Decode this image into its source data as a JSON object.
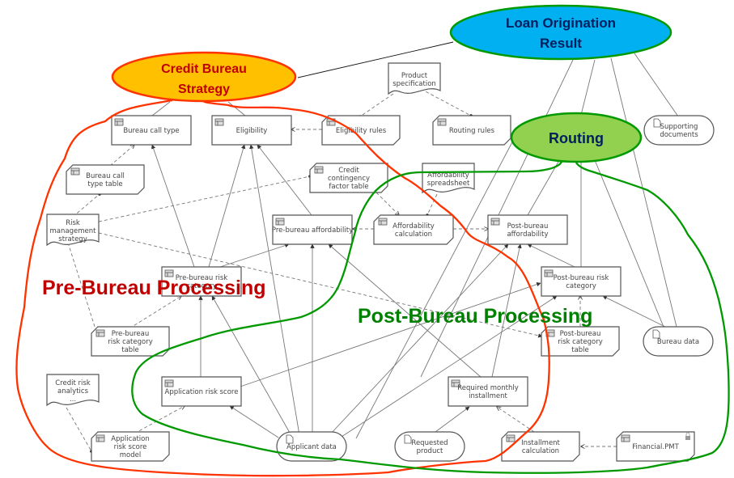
{
  "title": "Loan Origination Decision Model",
  "colors": {
    "credit_bureau_fill": "#ffc000",
    "credit_bureau_stroke": "#ff3300",
    "credit_bureau_text": "#c00000",
    "loan_result_fill": "#00b0f0",
    "loan_result_stroke": "#009900",
    "loan_result_text": "#002060",
    "routing_fill": "#92d050",
    "routing_stroke": "#009900",
    "routing_text": "#002060",
    "pre_bureau_text": "#c00000",
    "post_bureau_text": "#008000",
    "pre_bureau_boundary": "#ff3300",
    "post_bureau_boundary": "#009900",
    "node_stroke": "#555555",
    "link": "#666666"
  },
  "overlays": {
    "loan_origination_result": [
      "Loan Origination",
      "Result"
    ],
    "credit_bureau_strategy": [
      "Credit Bureau",
      "Strategy"
    ],
    "routing": "Routing",
    "pre_bureau_processing": "Pre-Bureau Processing",
    "post_bureau_processing": "Post-Bureau Processing"
  },
  "nodes": {
    "bureau_call_type": {
      "lines": [
        "Bureau call type"
      ],
      "kind": "decision"
    },
    "eligibility": {
      "lines": [
        "Eligibility"
      ],
      "kind": "decision"
    },
    "eligibility_rules": {
      "lines": [
        "Eligibility rules"
      ],
      "kind": "bkm"
    },
    "product_specification": {
      "lines": [
        "Product",
        "specification"
      ],
      "kind": "knowledge-source"
    },
    "routing_rules": {
      "lines": [
        "Routing rules"
      ],
      "kind": "bkm"
    },
    "supporting_documents": {
      "lines": [
        "Supporting",
        "documents"
      ],
      "kind": "input-data"
    },
    "bureau_call_type_table": {
      "lines": [
        "Bureau call",
        "type table"
      ],
      "kind": "bkm"
    },
    "credit_contingency_factor_table": {
      "lines": [
        "Credit",
        "contingency",
        "factor table"
      ],
      "kind": "bkm"
    },
    "affordability_spreadsheet": {
      "lines": [
        "Affordability",
        "spreadsheet"
      ],
      "kind": "knowledge-source"
    },
    "risk_management_strategy": {
      "lines": [
        "Risk",
        "management",
        "strategy"
      ],
      "kind": "knowledge-source"
    },
    "pre_bureau_affordability": {
      "lines": [
        "Pre-bureau affordability"
      ],
      "kind": "decision"
    },
    "affordability_calculation": {
      "lines": [
        "Affordability",
        "calculation"
      ],
      "kind": "bkm"
    },
    "post_bureau_affordability": {
      "lines": [
        "Post-bureau",
        "affordability"
      ],
      "kind": "decision"
    },
    "pre_bureau_risk_category": {
      "lines": [
        "Pre-bureau risk",
        "category"
      ],
      "kind": "decision"
    },
    "post_bureau_risk_category": {
      "lines": [
        "Post-bureau risk",
        "category"
      ],
      "kind": "decision"
    },
    "pre_bureau_risk_category_table": {
      "lines": [
        "Pre-bureau",
        "risk category",
        "table"
      ],
      "kind": "bkm"
    },
    "post_bureau_risk_category_table": {
      "lines": [
        "Post-bureau",
        "risk category",
        "table"
      ],
      "kind": "bkm"
    },
    "bureau_data": {
      "lines": [
        "Bureau data"
      ],
      "kind": "input-data"
    },
    "credit_risk_analytics": {
      "lines": [
        "Credit risk",
        "analytics",
        "..."
      ],
      "kind": "knowledge-source"
    },
    "application_risk_score": {
      "lines": [
        "Application risk score"
      ],
      "kind": "decision"
    },
    "required_monthly_installment": {
      "lines": [
        "Required monthly",
        "installment"
      ],
      "kind": "decision"
    },
    "application_risk_score_model": {
      "lines": [
        "Application",
        "risk score",
        "model"
      ],
      "kind": "bkm"
    },
    "applicant_data": {
      "lines": [
        "Applicant data"
      ],
      "kind": "input-data"
    },
    "requested_product": {
      "lines": [
        "Requested",
        "product"
      ],
      "kind": "input-data"
    },
    "installment_calculation": {
      "lines": [
        "Installment",
        "calculation"
      ],
      "kind": "bkm"
    },
    "financial_pmt": {
      "lines": [
        "Financial.PMT"
      ],
      "kind": "bkm"
    }
  }
}
